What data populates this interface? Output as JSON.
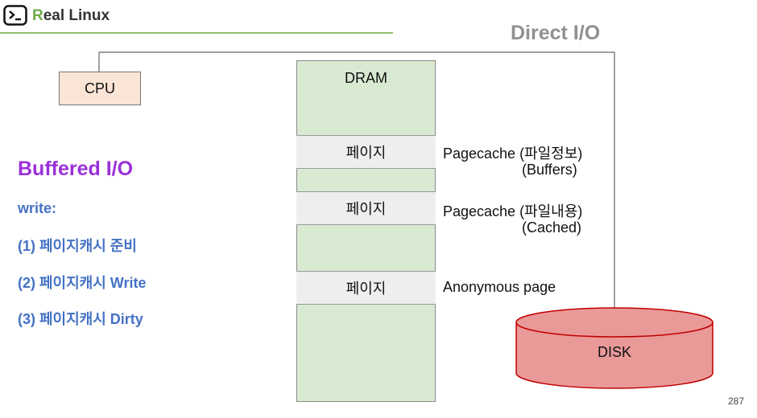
{
  "header": {
    "brand_initial": "R",
    "brand_rest": "eal Linux",
    "title": "Direct I/O"
  },
  "cpu_label": "CPU",
  "dram": {
    "label": "DRAM",
    "pages": [
      "페이지",
      "페이지",
      "페이지"
    ],
    "annotations": [
      {
        "main": "Pagecache (파일정보)",
        "sub": "(Buffers)"
      },
      {
        "main": "Pagecache (파일내용)",
        "sub": "(Cached)"
      },
      {
        "main": "Anonymous page"
      }
    ]
  },
  "left_panel": {
    "heading": "Buffered I/O",
    "write_label": "write:",
    "steps": [
      "(1) 페이지캐시 준비",
      "(2) 페이지캐시 Write",
      "(3) 페이지캐시 Dirty"
    ]
  },
  "disk_label": "DISK",
  "page_number": "287",
  "colors": {
    "accent_green": "#70ad47",
    "title_gray": "#909090",
    "heading_purple": "#9b30d9",
    "steps_blue": "#4472c4",
    "cpu_fill": "#fbe5d6",
    "dram_fill": "#d9ead3",
    "page_fill": "#eeeeee",
    "disk_fill": "#ea9999"
  },
  "icons": {
    "logo": "terminal-prompt-icon"
  }
}
